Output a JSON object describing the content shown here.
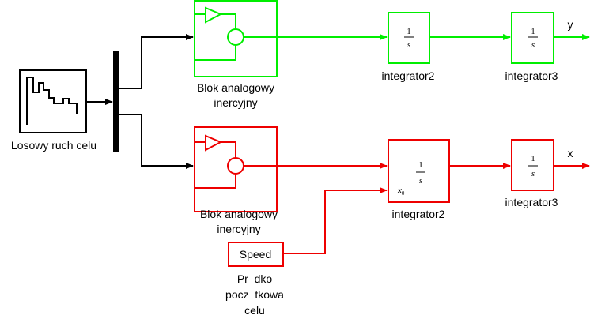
{
  "colors": {
    "green": "#00ee00",
    "red": "#ee0000",
    "black": "#000000"
  },
  "source": {
    "label": "Losowy ruch celu"
  },
  "top": {
    "analog_block_label_line1": "Blok analogowy",
    "analog_block_label_line2": "inercyjny",
    "integrator2": {
      "num": "1",
      "den": "s",
      "label": "integrator2"
    },
    "integrator3": {
      "num": "1",
      "den": "s",
      "label": "integrator3"
    },
    "output_label": "y"
  },
  "bottom": {
    "analog_block_label_line1": "Blok analogowy",
    "analog_block_label_line2": "inercyjny",
    "integrator2": {
      "num": "1",
      "den": "s",
      "ic_port": "x",
      "ic_sub": "0",
      "label": "integrator2"
    },
    "integrator3": {
      "num": "1",
      "den": "s",
      "label": "integrator3"
    },
    "output_label": "x"
  },
  "speed": {
    "block_text": "Speed",
    "label_line1": "Pr  dko",
    "label_line2": "pocz  tkowa",
    "label_line3": "celu"
  }
}
